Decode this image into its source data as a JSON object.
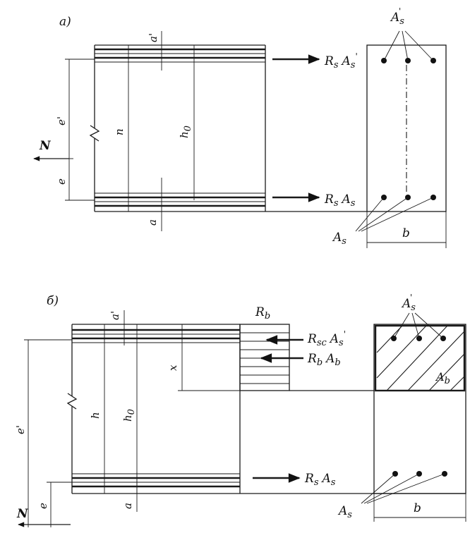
{
  "part_a": {
    "label": "а)",
    "dims": {
      "a_prime": "a'",
      "e_prime": "e'",
      "n": "n",
      "h0": "h",
      "h0_sub": "0",
      "e": "e",
      "a": "a",
      "b": "b"
    },
    "force_N": "N",
    "force_top": {
      "main": "R",
      "sub1": "s",
      "A": "A",
      "sub2": "s",
      "prime": "'"
    },
    "force_bottom": {
      "main": "R",
      "sub1": "s",
      "A": "A",
      "sub2": "s"
    },
    "rebar_top": {
      "main": "A",
      "sub": "s",
      "prime": "'"
    },
    "rebar_bottom": {
      "main": "A",
      "sub": "s"
    }
  },
  "part_b": {
    "label": "б)",
    "dims": {
      "a_prime": "a'",
      "e_prime": "e'",
      "h": "h",
      "h0": "h",
      "h0_sub": "0",
      "x": "x",
      "e": "e",
      "a": "a",
      "b": "b"
    },
    "force_N": "N",
    "Rb_label": {
      "main": "R",
      "sub": "b"
    },
    "force_top": {
      "main": "R",
      "sub1": "sc",
      "A": "A",
      "sub2": "s",
      "prime": "'"
    },
    "force_mid": {
      "main": "R",
      "sub1": "b",
      "A": "A",
      "sub2": "b"
    },
    "force_bottom": {
      "main": "R",
      "sub1": "s",
      "A": "A",
      "sub2": "s"
    },
    "rebar_top": {
      "main": "A",
      "sub": "s",
      "prime": "'"
    },
    "rebar_bottom": {
      "main": "A",
      "sub": "s"
    },
    "Ab_label": {
      "main": "A",
      "sub": "b"
    }
  }
}
